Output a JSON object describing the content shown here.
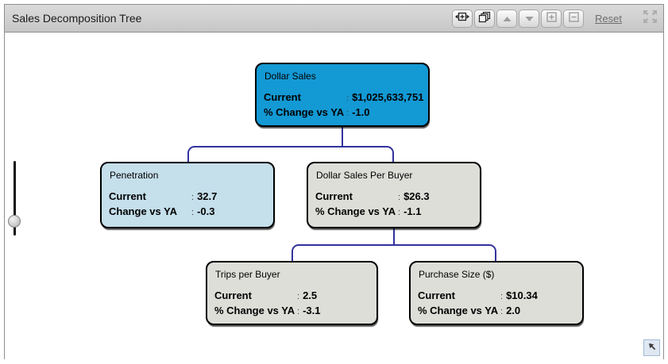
{
  "window": {
    "title": "Sales Decomposition Tree"
  },
  "toolbar": {
    "reset_label": "Reset",
    "buttons": [
      {
        "name": "fit-width",
        "enabled": true
      },
      {
        "name": "cascade-layers",
        "enabled": true
      },
      {
        "name": "collapse-up",
        "enabled": false
      },
      {
        "name": "expand-down",
        "enabled": false
      },
      {
        "name": "zoom-in",
        "enabled": false
      },
      {
        "name": "zoom-out",
        "enabled": false
      }
    ],
    "maximize_icon": "maximize-arrows"
  },
  "colors": {
    "root_node": "#1399d4",
    "highlight_node": "#c5dfeb",
    "default_node": "#dedeD9",
    "connector": "#32329e",
    "header_text": "#1b1b1b"
  },
  "tree": {
    "value_separator": ":",
    "nodes": [
      {
        "id": "dollar-sales",
        "title": "Dollar Sales",
        "color": "#1399d4",
        "rows": [
          {
            "label": "Current",
            "value": "$1,025,633,751"
          },
          {
            "label": "% Change vs YA",
            "value": "-1.0"
          }
        ]
      },
      {
        "id": "penetration",
        "title": "Penetration",
        "color": "#c5dfeb",
        "rows": [
          {
            "label": "Current",
            "value": "32.7"
          },
          {
            "label": "Change vs YA",
            "value": "-0.3"
          }
        ]
      },
      {
        "id": "dollar-sales-per-buyer",
        "title": "Dollar Sales Per Buyer",
        "color": "#dedeD9",
        "rows": [
          {
            "label": "Current",
            "value": "$26.3"
          },
          {
            "label": "% Change vs YA",
            "value": "-1.1"
          }
        ]
      },
      {
        "id": "trips-per-buyer",
        "title": "Trips per Buyer",
        "color": "#dedeD9",
        "rows": [
          {
            "label": "Current",
            "value": "2.5"
          },
          {
            "label": "% Change vs YA",
            "value": "-3.1"
          }
        ]
      },
      {
        "id": "purchase-size",
        "title": "Purchase Size ($)",
        "color": "#dedeD9",
        "rows": [
          {
            "label": "Current",
            "value": "$10.34"
          },
          {
            "label": "% Change vs YA",
            "value": "2.0"
          }
        ]
      }
    ]
  }
}
